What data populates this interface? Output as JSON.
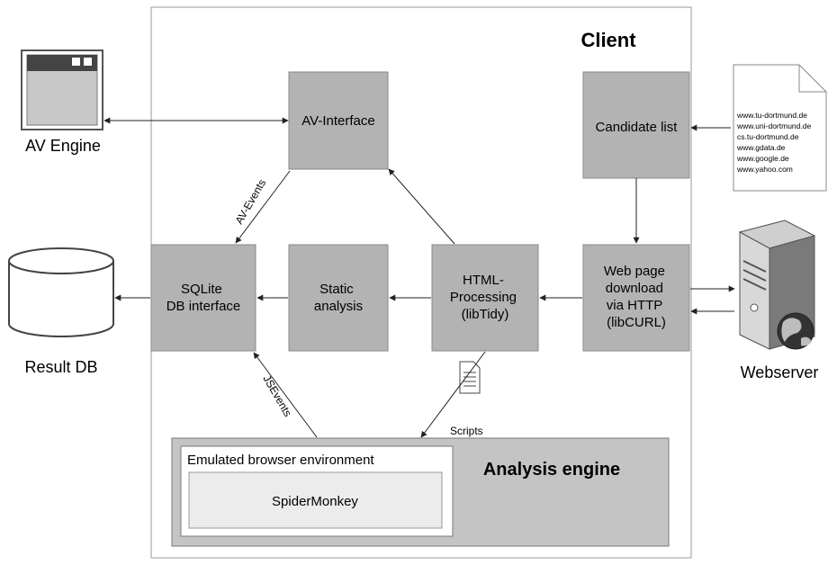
{
  "client_title": "Client",
  "boxes": {
    "av_interface": [
      "AV-Interface"
    ],
    "candidate_list": [
      "Candidate list"
    ],
    "sqlite": [
      "SQLite",
      "DB interface"
    ],
    "static_analysis": [
      "Static",
      "analysis"
    ],
    "html_processing": [
      "HTML-",
      "Processing",
      "(libTidy)"
    ],
    "web_download": [
      "Web page",
      "download",
      "via HTTP",
      "(libCURL)"
    ]
  },
  "analysis_engine": {
    "title": "Analysis engine",
    "browser_env": "Emulated browser environment",
    "spidermonkey": "SpiderMonkey"
  },
  "external": {
    "av_engine": "AV Engine",
    "result_db": "Result DB",
    "webserver": "Webserver"
  },
  "edge_labels": {
    "av_events": "AV-Events",
    "js_events": "JSEvents",
    "scripts": "Scripts"
  },
  "candidate_urls": [
    "www.tu-dortmund.de",
    "www.uni-dortmund.de",
    "cs.tu-dortmund.de",
    "www.gdata.de",
    "www.google.de",
    "www.yahoo.com"
  ],
  "colors": {
    "box_fill": "#b3b3b3",
    "box_stroke": "#888888",
    "engine_fill": "#c4c4c4",
    "inner_fill": "#ececec",
    "arrow": "#222222"
  }
}
